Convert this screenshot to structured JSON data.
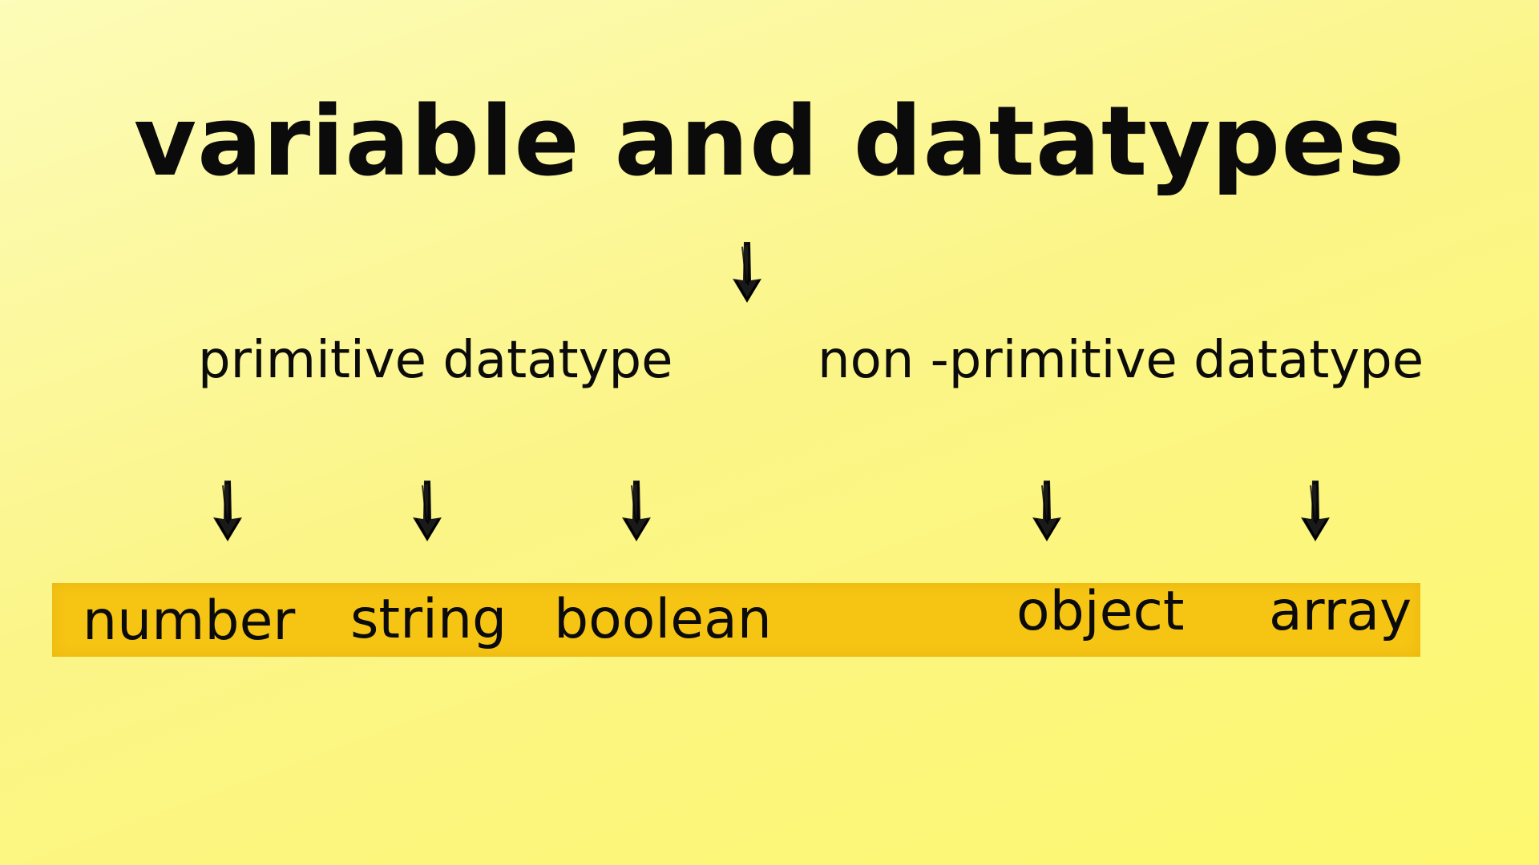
{
  "diagram": {
    "title": "variable and datatypes",
    "categories": [
      {
        "label": "primitive datatype"
      },
      {
        "label": "non -primitive datatype"
      }
    ],
    "leaves": [
      {
        "label": "number",
        "category": "primitive datatype"
      },
      {
        "label": "string",
        "category": "primitive datatype"
      },
      {
        "label": "boolean",
        "category": "primitive datatype"
      },
      {
        "label": "object",
        "category": "non -primitive datatype"
      },
      {
        "label": "array",
        "category": "non -primitive datatype"
      }
    ],
    "colors": {
      "background": "#fbf589",
      "highlight": "#f6c514",
      "text": "#0b0b0b"
    },
    "icons": {
      "arrow": "hand-drawn-down-arrow-icon"
    }
  }
}
